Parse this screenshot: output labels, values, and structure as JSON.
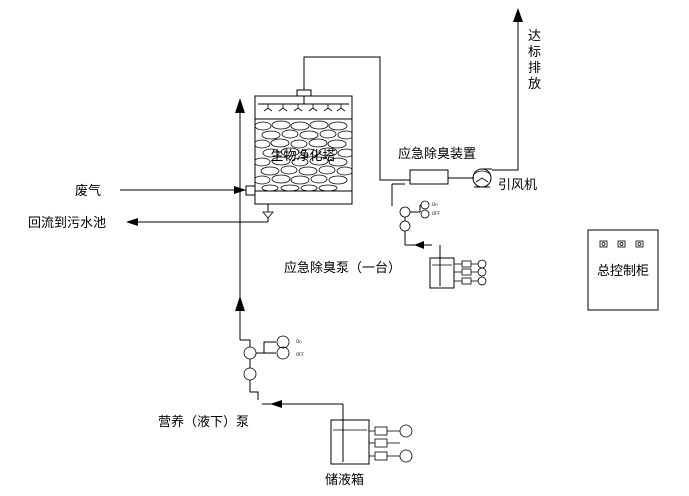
{
  "labels": {
    "exhaust_vertical": [
      "达",
      "标",
      "排",
      "放"
    ],
    "bio_tower": "生物净化塔",
    "emergency_device": "应急除臭装置",
    "induced_fan": "引风机",
    "waste_gas": "废气",
    "return_to_sewage": "回流到污水池",
    "emergency_pump": "应急除臭泵（一台）",
    "nutrient_pump": "营养（液下）泵",
    "liquid_tank": "储液箱",
    "control_cabinet": "总控制柜"
  },
  "switch_labels": {
    "on": "On",
    "off": "OFF"
  },
  "colors": {
    "line": "#000000",
    "background": "#ffffff"
  }
}
